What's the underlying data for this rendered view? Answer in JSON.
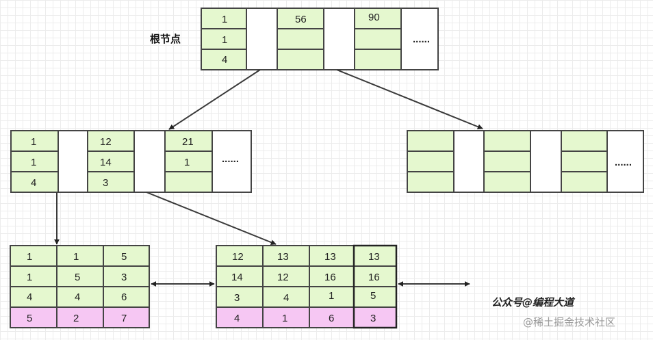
{
  "root_label": "根节点",
  "ellipsis": "......",
  "watermark_primary": "公众号@编程大道",
  "watermark_secondary": "@稀土掘金技术社区",
  "colors": {
    "key_cell": "#e5f8cf",
    "pointer_cell": "#ffffff",
    "data_row": "#f6c7f3",
    "stroke": "#444444"
  },
  "root_node": {
    "col1": [
      "1",
      "1",
      "4"
    ],
    "col2": [
      "56",
      "",
      ""
    ],
    "col3": [
      "90",
      "",
      ""
    ]
  },
  "internal_left": {
    "col1": [
      "1",
      "1",
      "4"
    ],
    "col2": [
      "12",
      "14",
      "3"
    ],
    "col3": [
      "21",
      "1",
      ""
    ]
  },
  "internal_right": {
    "col1": [
      "",
      "",
      ""
    ],
    "col2": [
      "",
      "",
      ""
    ],
    "col3": [
      "",
      "",
      ""
    ]
  },
  "leaf_left": {
    "rows": [
      [
        "1",
        "1",
        "5"
      ],
      [
        "1",
        "5",
        "3"
      ],
      [
        "4",
        "4",
        "6"
      ]
    ],
    "data_row": [
      "5",
      "2",
      "7"
    ]
  },
  "leaf_right": {
    "rows": [
      [
        "12",
        "13",
        "13",
        "13"
      ],
      [
        "14",
        "12",
        "16",
        "16"
      ],
      [
        "3",
        "4",
        "1",
        "5"
      ]
    ],
    "data_row": [
      "4",
      "1",
      "6",
      "3"
    ]
  }
}
